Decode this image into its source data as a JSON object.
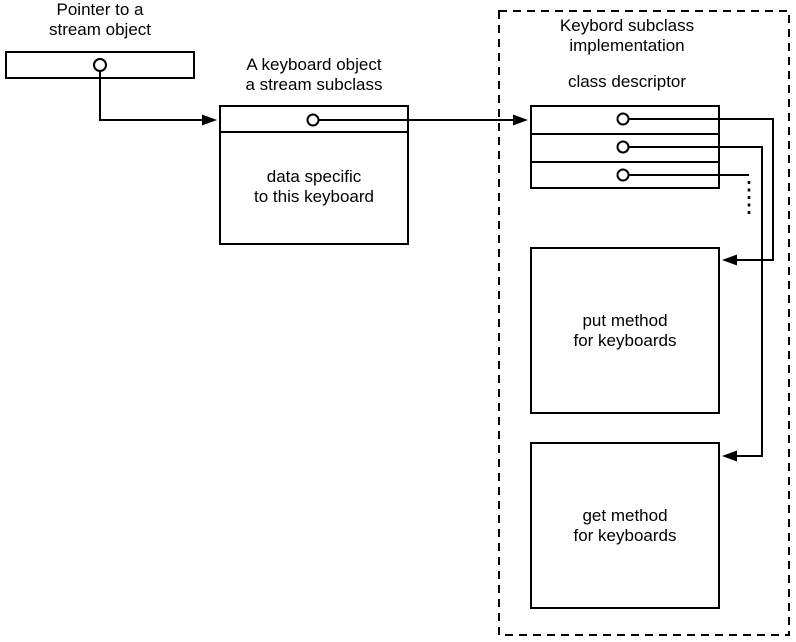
{
  "diagram": {
    "pointer": {
      "title_line1": "Pointer to a",
      "title_line2": "stream object"
    },
    "keyboard": {
      "title_line1": "A keyboard object",
      "title_line2": "a stream subclass",
      "body_line1": "data specific",
      "body_line2": "to this keyboard"
    },
    "implementation": {
      "title_line1": "Keybord subclass",
      "title_line2": "implementation",
      "descriptor_label": "class descriptor",
      "put_line1": "put method",
      "put_line2": "for keyboards",
      "get_line1": "get method",
      "get_line2": "for keyboards"
    },
    "colors": {
      "line": "#000000",
      "background": "#ffffff"
    }
  }
}
